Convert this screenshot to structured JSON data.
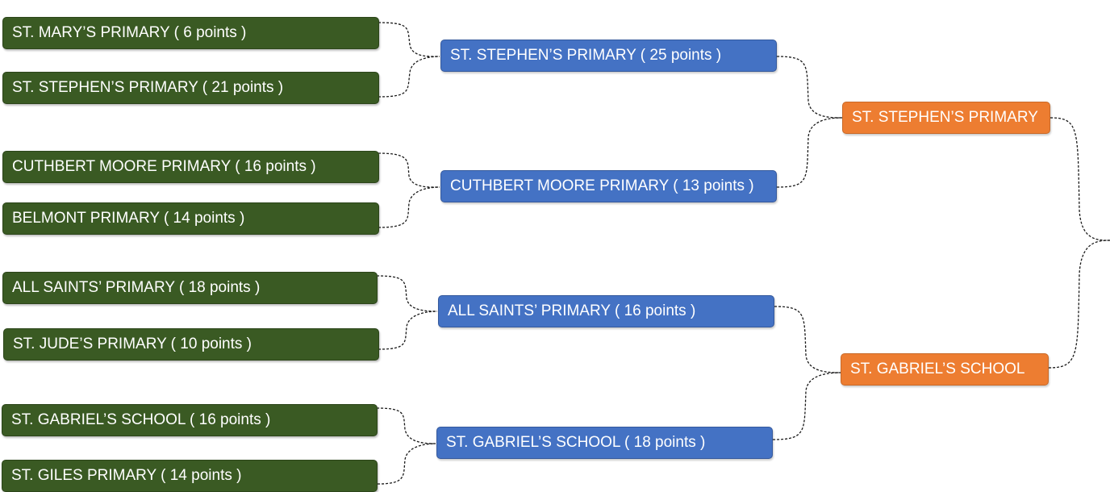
{
  "round1": [
    {
      "team": "ST. MARY’S PRIMARY ( 6 points )"
    },
    {
      "team": "ST. STEPHEN’S PRIMARY ( 21 points )"
    },
    {
      "team": "CUTHBERT MOORE PRIMARY ( 16 points )"
    },
    {
      "team": "BELMONT PRIMARY ( 14 points )"
    },
    {
      "team": "ALL SAINTS’ PRIMARY ( 18 points )"
    },
    {
      "team": "ST. JUDE’S PRIMARY ( 10 points )"
    },
    {
      "team": "ST. GABRIEL’S SCHOOL ( 16 points )"
    },
    {
      "team": "ST. GILES PRIMARY ( 14 points )"
    }
  ],
  "round2": [
    {
      "team": "ST. STEPHEN’S PRIMARY ( 25 points )"
    },
    {
      "team": "CUTHBERT MOORE PRIMARY ( 13 points )"
    },
    {
      "team": "ALL SAINTS’ PRIMARY ( 16 points )"
    },
    {
      "team": "ST. GABRIEL’S SCHOOL ( 18 points )"
    }
  ],
  "final": [
    {
      "team": "ST. STEPHEN’S PRIMARY"
    },
    {
      "team": "ST. GABRIEL’S SCHOOL"
    }
  ],
  "colors": {
    "round1_fill": "#3a5a23",
    "round2_fill": "#4472c4",
    "final_fill": "#ed7d31",
    "connector": "#1a1a1a"
  }
}
